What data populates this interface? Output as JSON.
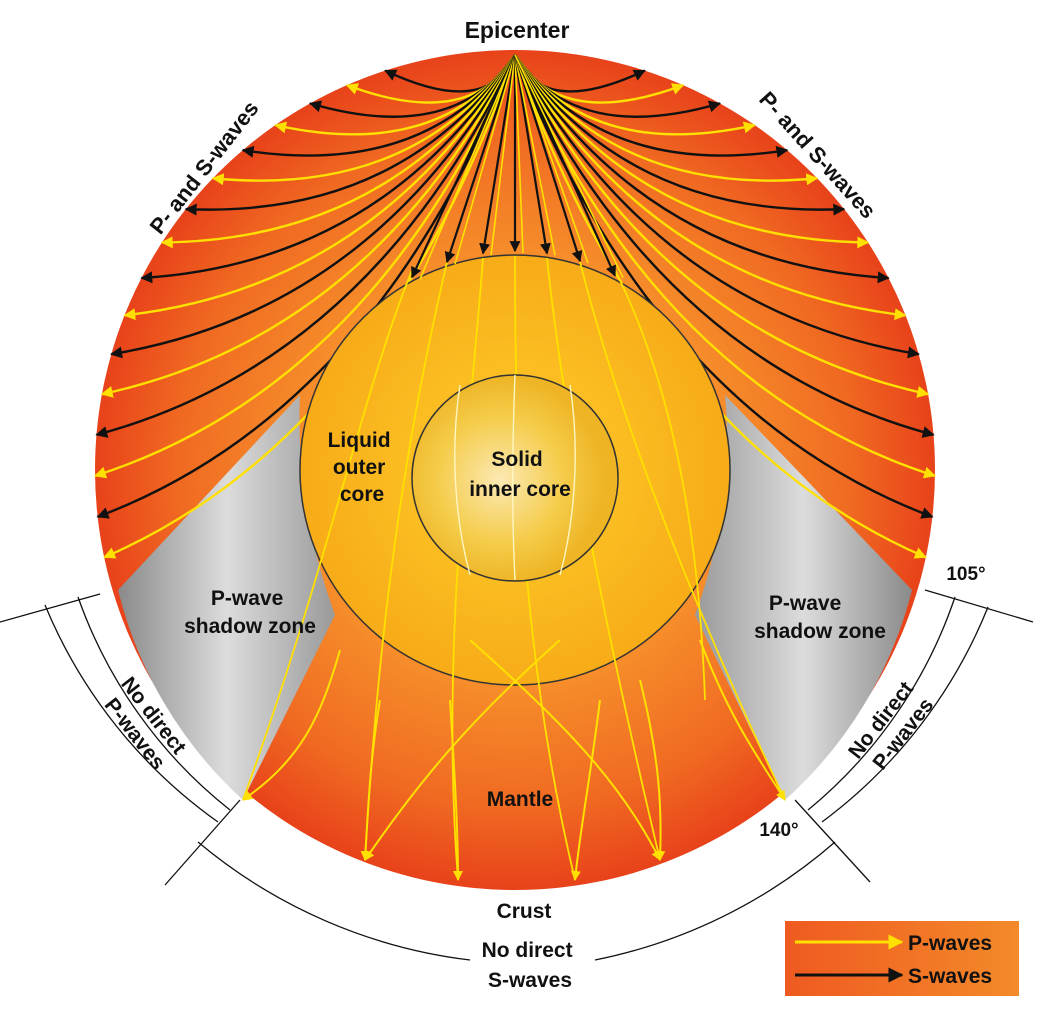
{
  "labels": {
    "epicenter": "Epicenter",
    "ps_waves_left": "P- and S-waves",
    "ps_waves_right": "P- and S-waves",
    "liquid_outer_core": [
      "Liquid",
      "outer",
      "core"
    ],
    "solid_inner_core": [
      "Solid",
      "inner core"
    ],
    "p_shadow_left": [
      "P-wave",
      "shadow zone"
    ],
    "p_shadow_right": [
      "P-wave",
      "shadow zone"
    ],
    "no_direct_p_left": [
      "No direct",
      "P-waves"
    ],
    "no_direct_p_right": [
      "No direct",
      "P-waves"
    ],
    "mantle": "Mantle",
    "crust": "Crust",
    "no_direct_s": [
      "No direct",
      "S-waves"
    ],
    "angle_105": "105°",
    "angle_140": "140°"
  },
  "legend": {
    "p_waves": "P-waves",
    "s_waves": "S-waves"
  },
  "colors": {
    "p_wave": "#ffe000",
    "s_wave": "#111111",
    "mantle_red": "#ec4a1c",
    "mantle_orange": "#f6862a",
    "outer_core": "#f9b41a",
    "inner_core": "#f3c63c",
    "shadow_zone": "#b4b4b4"
  }
}
